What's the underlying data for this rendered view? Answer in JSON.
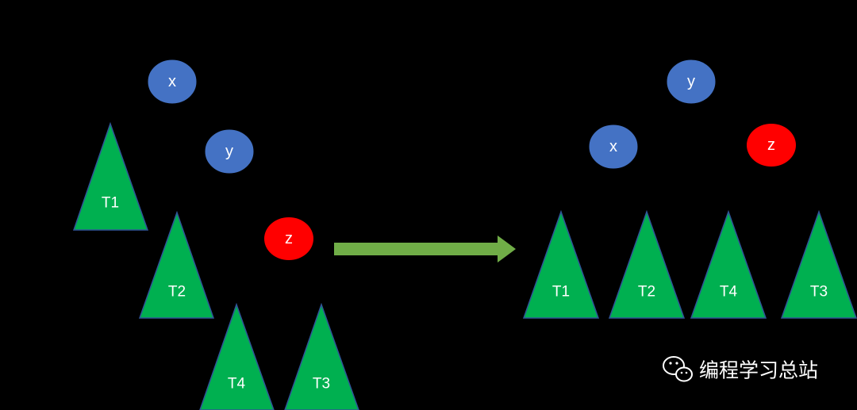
{
  "colors": {
    "background": "#000000",
    "node_blue": "#4472C4",
    "node_red": "#FF0000",
    "tree_green": "#00B050",
    "tree_outline": "#2F5597",
    "arrow_green": "#70AD47",
    "label": "#FFFFFF"
  },
  "before": {
    "nodes": [
      {
        "id": "x",
        "label": "x",
        "color": "blue"
      },
      {
        "id": "y",
        "label": "y",
        "color": "blue"
      },
      {
        "id": "z",
        "label": "z",
        "color": "red"
      }
    ],
    "subtrees": [
      {
        "id": "T1",
        "label": "T1"
      },
      {
        "id": "T2",
        "label": "T2"
      },
      {
        "id": "T4",
        "label": "T4"
      },
      {
        "id": "T3",
        "label": "T3"
      }
    ]
  },
  "transition_arrow": {
    "icon": "arrow-right-icon"
  },
  "after": {
    "nodes": [
      {
        "id": "y",
        "label": "y",
        "color": "blue"
      },
      {
        "id": "x",
        "label": "x",
        "color": "blue"
      },
      {
        "id": "z",
        "label": "z",
        "color": "red"
      }
    ],
    "subtrees": [
      {
        "id": "T1",
        "label": "T1"
      },
      {
        "id": "T2",
        "label": "T2"
      },
      {
        "id": "T4",
        "label": "T4"
      },
      {
        "id": "T3",
        "label": "T3"
      }
    ]
  },
  "watermark": {
    "icon": "wechat-icon",
    "text": "编程学习总站"
  }
}
